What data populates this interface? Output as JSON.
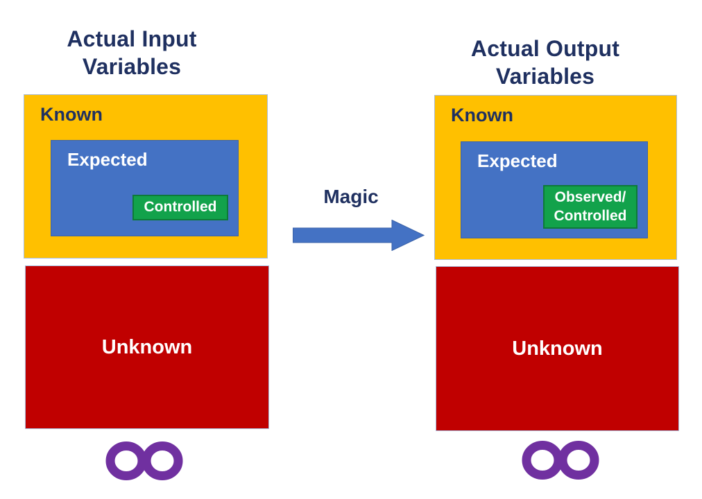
{
  "colors": {
    "title_text": "#1F3060",
    "known_fill": "#FFC000",
    "box_outline": "#A8BCDC",
    "expected_fill": "#4472C4",
    "expected_border": "#3A62A8",
    "controlled_fill": "#12A24B",
    "controlled_border": "#0D7A38",
    "unknown_fill": "#C00000",
    "arrow_fill": "#4472C4",
    "infinity_color": "#7030A0",
    "white_text": "#FFFFFF"
  },
  "left_panel": {
    "title_line1": "Actual Input",
    "title_line2": "Variables",
    "known_label": "Known",
    "expected_label": "Expected",
    "controlled_label": "Controlled",
    "unknown_label": "Unknown"
  },
  "connector": {
    "label": "Magic"
  },
  "right_panel": {
    "title_line1": "Actual Output",
    "title_line2": "Variables",
    "known_label": "Known",
    "expected_label": "Expected",
    "controlled_line1": "Observed/",
    "controlled_line2": "Controlled",
    "unknown_label": "Unknown"
  }
}
